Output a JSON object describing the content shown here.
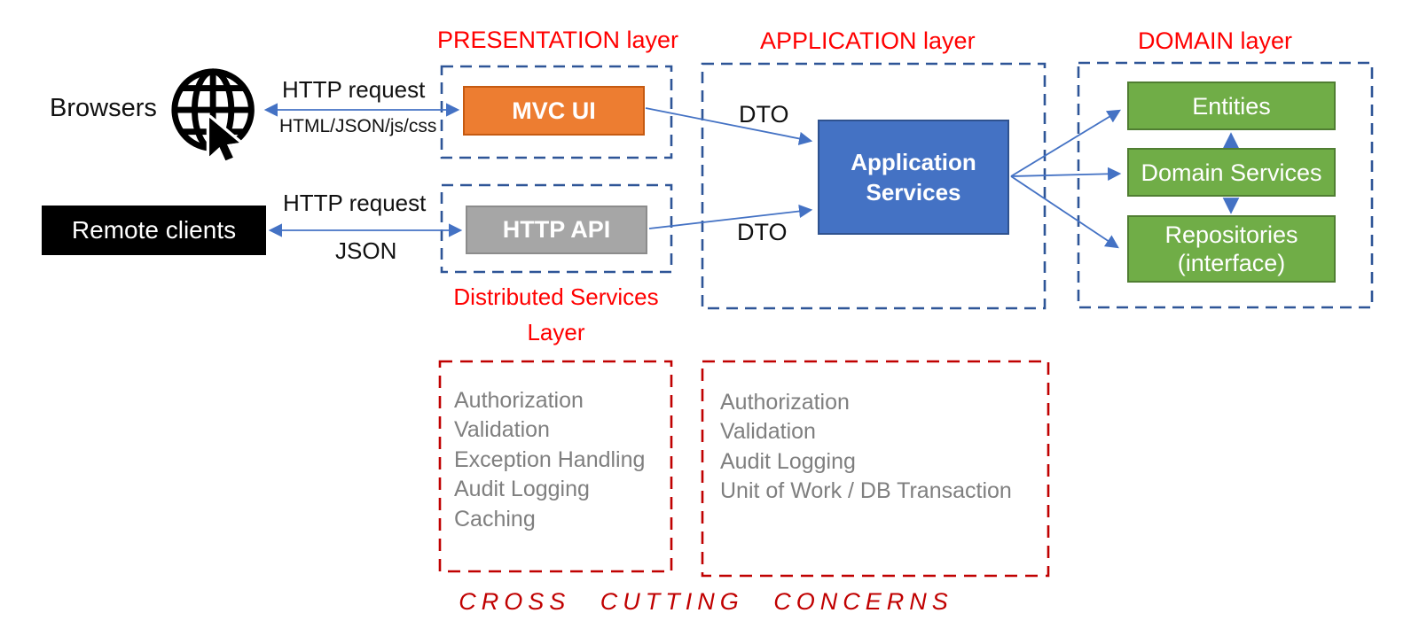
{
  "layers": {
    "presentation": {
      "label": "PRESENTATION layer"
    },
    "application": {
      "label": "APPLICATION layer"
    },
    "domain": {
      "label": "DOMAIN layer"
    },
    "distributed_services": {
      "line1": "Distributed Services",
      "line2": "Layer"
    }
  },
  "clients": {
    "browsers_label": "Browsers",
    "remote_clients_label": "Remote clients"
  },
  "connections": {
    "browser_request": "HTTP request",
    "browser_response": "HTML/JSON/js/css",
    "remote_request": "HTTP request",
    "remote_response": "JSON",
    "dto_top": "DTO",
    "dto_bottom": "DTO"
  },
  "boxes": {
    "mvc_ui": "MVC UI",
    "http_api": "HTTP API",
    "application_services": "Application Services",
    "entities": "Entities",
    "domain_services": "Domain Services",
    "repositories_line1": "Repositories",
    "repositories_line2": "(interface)"
  },
  "cross_cutting": {
    "title": "CROSS CUTTING CONCERNS",
    "left": {
      "items": [
        "Authorization",
        "Validation",
        "Exception Handling",
        "Audit Logging",
        "Caching"
      ]
    },
    "right": {
      "items": [
        "Authorization",
        "Validation",
        "Audit Logging",
        "Unit of Work / DB Transaction"
      ]
    }
  },
  "colors": {
    "arrow_blue": "#4472C4",
    "dashed_blue": "#2E5597",
    "orange_fill": "#ED7D31",
    "gray_fill": "#A6A6A6",
    "blue_fill": "#4472C4",
    "green_fill": "#70AD47",
    "red_label": "#FF0000",
    "red_dashed": "#C00000",
    "gray_text": "#7F7F7F"
  }
}
